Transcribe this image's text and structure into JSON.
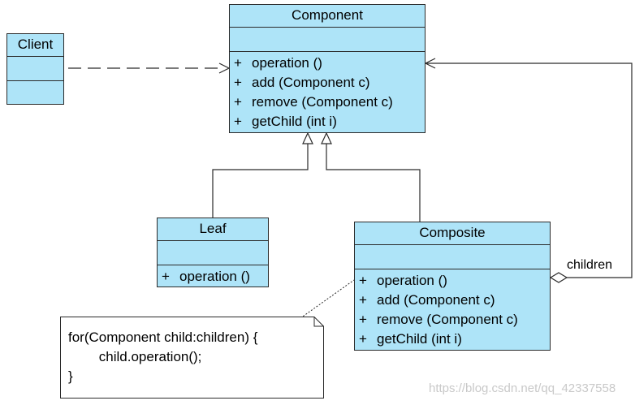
{
  "diagram": {
    "classes": {
      "client": {
        "name": "Client"
      },
      "component": {
        "name": "Component",
        "operations": [
          {
            "vis": "+",
            "sig": "operation ()"
          },
          {
            "vis": "+",
            "sig": "add (Component c)"
          },
          {
            "vis": "+",
            "sig": "remove (Component c)"
          },
          {
            "vis": "+",
            "sig": "getChild (int i)"
          }
        ]
      },
      "leaf": {
        "name": "Leaf",
        "operations": [
          {
            "vis": "+",
            "sig": "operation ()"
          }
        ]
      },
      "composite": {
        "name": "Composite",
        "operations": [
          {
            "vis": "+",
            "sig": "operation ()"
          },
          {
            "vis": "+",
            "sig": "add (Component c)"
          },
          {
            "vis": "+",
            "sig": "remove (Component c)"
          },
          {
            "vis": "+",
            "sig": "getChild (int i)"
          }
        ]
      }
    },
    "association_role": "children",
    "note_text": "for(Component child:children) {\n        child.operation();\n}",
    "colors": {
      "class_fill": "#aee4f8",
      "line": "#2a2a2a"
    }
  },
  "watermark": "https://blog.csdn.net/qq_42337558"
}
